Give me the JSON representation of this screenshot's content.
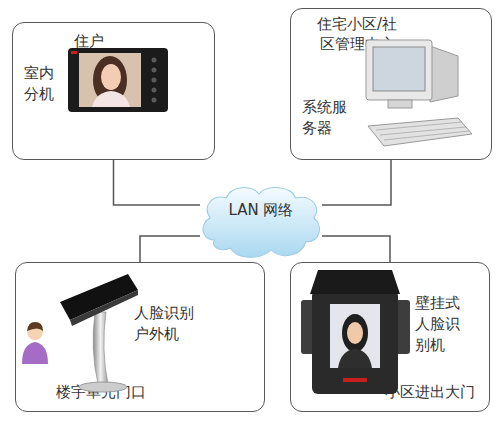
{
  "diagram": {
    "nodes": [
      {
        "text": [
          "住户",
          "室内 分机"
        ]
      },
      {
        "text": [
          "住宅小区/社 区管理中心",
          "系统服 务器"
        ]
      },
      {
        "text": [
          "LAN 网络"
        ]
      },
      {
        "text": [
          "人脸识别 户外机",
          "楼宇单元门口"
        ]
      },
      {
        "text": [
          "壁挂式 人脸识 别机",
          "小区进出大门"
        ]
      }
    ],
    "edges": [
      {
        "from": 0,
        "to": 2,
        "arrow": "none"
      },
      {
        "from": 1,
        "to": 2,
        "arrow": "none"
      },
      {
        "from": 3,
        "to": 2,
        "arrow": "none"
      },
      {
        "from": 4,
        "to": 2,
        "arrow": "none"
      }
    ]
  }
}
